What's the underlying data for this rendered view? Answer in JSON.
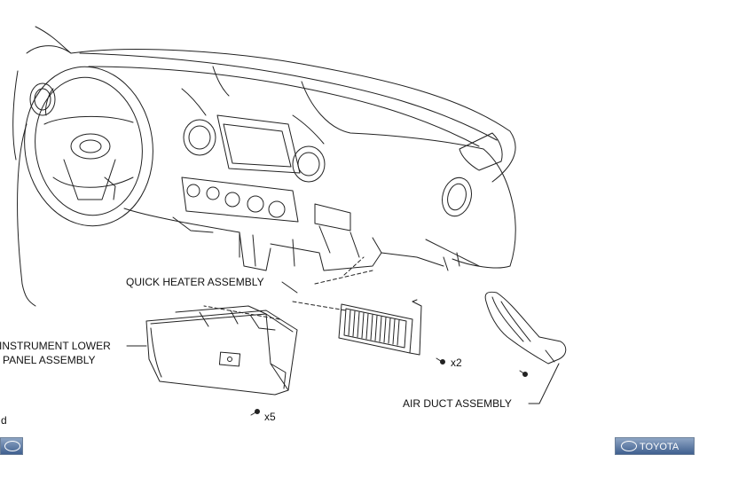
{
  "labels": {
    "quick_heater": "QUICK HEATER ASSEMBLY",
    "instrument_lower_line1": "INSTRUMENT LOWER",
    "instrument_lower_line2": "PANEL ASSEMBLY",
    "air_duct": "AIR DUCT ASSEMBLY",
    "qty_x2": "x2",
    "qty_x5": "x5",
    "edge_fragment": "d"
  },
  "footer": {
    "brand_button_label": "TOYOTA",
    "left_icon": "toyota-logo-icon"
  },
  "colors": {
    "line": "#222222",
    "badge": "#4a6a98"
  }
}
